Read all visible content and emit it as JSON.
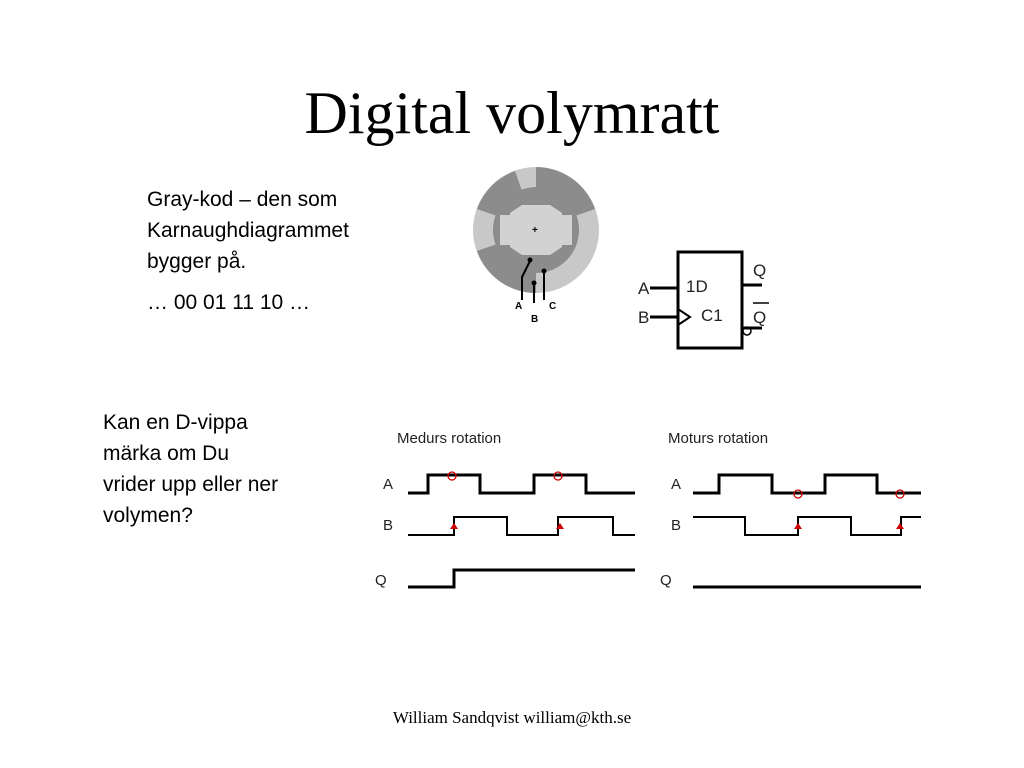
{
  "slide": {
    "title": "Digital volymratt",
    "intro_lines": [
      "Gray-kod – den som",
      "Karnaughdiagrammet",
      "bygger på."
    ],
    "sequence": "… 00 01 11 10 …",
    "question_lines": [
      "Kan en D-vippa",
      "märka om Du",
      "vrider upp eller ner",
      "volymen?"
    ],
    "footer": "William Sandqvist  william@kth.se"
  },
  "encoder": {
    "labels": {
      "a": "A",
      "b": "B",
      "c": "C"
    },
    "center_mark": "+"
  },
  "flipflop": {
    "inputs": [
      "A",
      "B"
    ],
    "d_label": "1D",
    "c_label": "C1",
    "output_q": "Q",
    "output_qbar": "Q"
  },
  "timing_cw": {
    "title": "Medurs rotation",
    "labels": [
      "A",
      "B",
      "Q"
    ]
  },
  "timing_ccw": {
    "title": "Moturs rotation",
    "labels": [
      "A",
      "B",
      "Q"
    ]
  },
  "colors": {
    "disk_dark": "#8c8c8c",
    "disk_light": "#c8c8c8",
    "marker_red": "#cc0000"
  }
}
